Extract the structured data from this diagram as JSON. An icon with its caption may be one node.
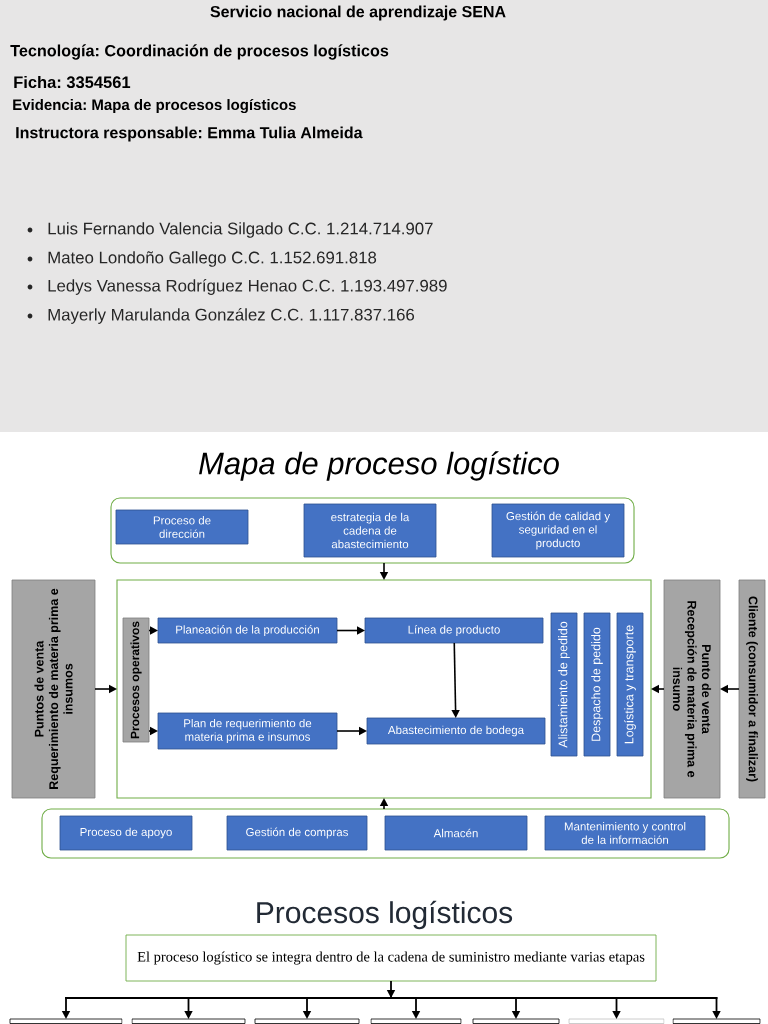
{
  "diagram": {
    "nodes": [
      {
        "text": [],
        "shape": "box"
      },
      {
        "text": [
          "Proceso de dirección"
        ],
        "in": 0
      },
      {
        "text": [
          "estrategia de la cadena de abastecimiento"
        ],
        "in": 0
      },
      {
        "text": [
          "Gestión de calidad y seguridad en el producto"
        ],
        "in": 0
      },
      {
        "text": [
          "Puntos de venta",
          "Requerimiento de materia prima e insumos"
        ]
      },
      {
        "text": [],
        "shape": "box"
      },
      {
        "text": [
          "Procesos operativos"
        ],
        "in": 5
      },
      {
        "text": [
          "Planeación de la producción"
        ],
        "in": 5
      },
      {
        "text": [
          "Línea de producto"
        ],
        "in": 5
      },
      {
        "text": [
          "Plan de requerimiento de materia prima e insumos"
        ],
        "in": 5
      },
      {
        "text": [
          "Abastecimiento de bodega"
        ],
        "in": 5
      },
      {
        "text": [
          "Alistamiento de pedido"
        ],
        "in": 5
      },
      {
        "text": [
          "Despacho de pedido"
        ],
        "in": 5
      },
      {
        "text": [
          "Logística y transporte"
        ],
        "in": 5
      },
      {
        "text": [
          "Punto de venta",
          "Recepción de materia prima e insumo"
        ]
      },
      {
        "text": [
          "Cliente (consumidor a finalizar)"
        ]
      },
      {
        "text": [],
        "shape": "box"
      },
      {
        "text": [
          "Proceso de apoyo"
        ],
        "in": 16
      },
      {
        "text": [
          "Gestión de compras"
        ],
        "in": 16
      },
      {
        "text": [
          "Almacén"
        ],
        "in": 16
      },
      {
        "text": [
          "Mantenimiento y control de la información"
        ],
        "in": 16
      },
      {
        "text": [
          "El proceso logístico se integra dentro de la cadena de suministro mediante varias etapas"
        ]
      },
      {
        "text": [],
        "shape": "box"
      },
      {
        "text": [],
        "shape": "box"
      },
      {
        "text": [],
        "shape": "box"
      },
      {
        "text": [],
        "shape": "box"
      },
      {
        "text": [],
        "shape": "box"
      },
      {
        "text": [],
        "shape": "box"
      },
      {
        "text": [],
        "shape": "box"
      }
    ],
    "edges": [
      {
        "from": 0,
        "to": 5,
        "arrow": "to"
      },
      {
        "from": 4,
        "to": 5,
        "arrow": "to"
      },
      {
        "from": 6,
        "to": 7,
        "arrow": "to"
      },
      {
        "from": 6,
        "to": 9,
        "arrow": "to"
      },
      {
        "from": 7,
        "to": 8,
        "arrow": "to"
      },
      {
        "from": 9,
        "to": 10,
        "arrow": "to"
      },
      {
        "from": 8,
        "to": 10,
        "arrow": "to"
      },
      {
        "from": 14,
        "to": 5,
        "arrow": "to"
      },
      {
        "from": 15,
        "to": 14,
        "arrow": "to"
      },
      {
        "from": 16,
        "to": 5,
        "arrow": "to"
      },
      {
        "from": 21,
        "to": 22,
        "arrow": "to"
      },
      {
        "from": 21,
        "to": 23,
        "arrow": "to"
      },
      {
        "from": 21,
        "to": 24,
        "arrow": "to"
      },
      {
        "from": 21,
        "to": 25,
        "arrow": "to"
      },
      {
        "from": 21,
        "to": 26,
        "arrow": "to"
      },
      {
        "from": 21,
        "to": 27,
        "arrow": "to"
      },
      {
        "from": 21,
        "to": 28,
        "arrow": "to"
      }
    ],
    "labels": [
      "Servicio nacional de aprendizaje SENA",
      "Tecnología: Coordinación de procesos logísticos",
      "Ficha: 3354561",
      "Evidencia: Mapa de procesos logísticos",
      "Instructora responsable: Emma Tulia Almeida",
      "Luis Fernando Valencia Silgado C.C. 1.214.714.907",
      "Mateo Londoño Gallego C.C. 1.152.691.818",
      "Ledys Vanessa Rodríguez Henao C.C. 1.193.497.989",
      "Mayerly Marulanda González C.C. 1.117.837.166",
      "Mapa de proceso logístico",
      "Procesos logísticos"
    ]
  }
}
